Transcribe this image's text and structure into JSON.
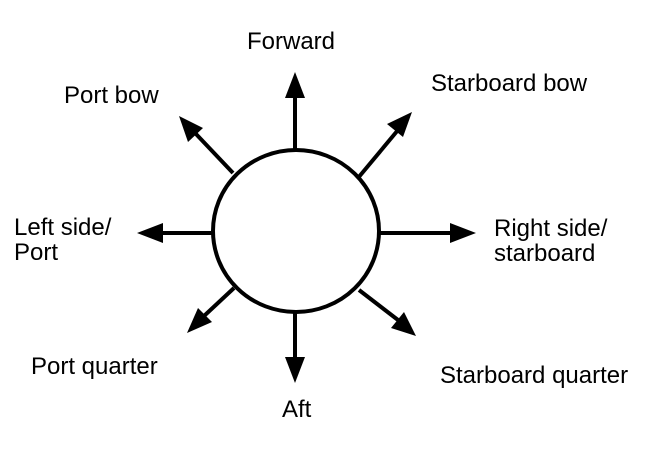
{
  "diagram": {
    "colors": {
      "stroke": "#000000",
      "fill": "#ffffff"
    },
    "labels": {
      "forward": "Forward",
      "starboard_bow": "Starboard bow",
      "port_bow": "Port bow",
      "left_side": [
        "Left side/",
        "Port"
      ],
      "right_side": [
        "Right side/",
        "starboard"
      ],
      "port_quarter": "Port quarter",
      "starboard_quarter": "Starboard quarter",
      "aft": "Aft"
    }
  }
}
